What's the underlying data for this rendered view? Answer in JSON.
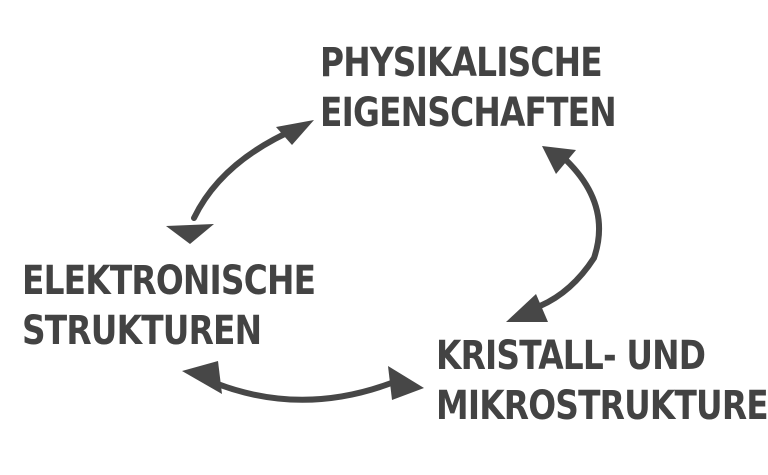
{
  "diagram": {
    "nodes": [
      {
        "id": "physical",
        "lines": [
          "PHYSIKALISCHE",
          "EIGENSCHAFTEN"
        ]
      },
      {
        "id": "electronic",
        "lines": [
          "ELEKTRONISCHE",
          "STRUKTUREN"
        ]
      },
      {
        "id": "crystal",
        "lines": [
          "KRISTALL- UND",
          "MIKROSTRUKTUREN"
        ]
      }
    ],
    "edges": [
      {
        "from": "electronic",
        "to": "physical",
        "direction": "both"
      },
      {
        "from": "physical",
        "to": "crystal",
        "direction": "both"
      },
      {
        "from": "electronic",
        "to": "crystal",
        "direction": "both"
      }
    ],
    "colors": {
      "text": "#434343",
      "arrow": "#474747",
      "background": "#ffffff"
    }
  }
}
